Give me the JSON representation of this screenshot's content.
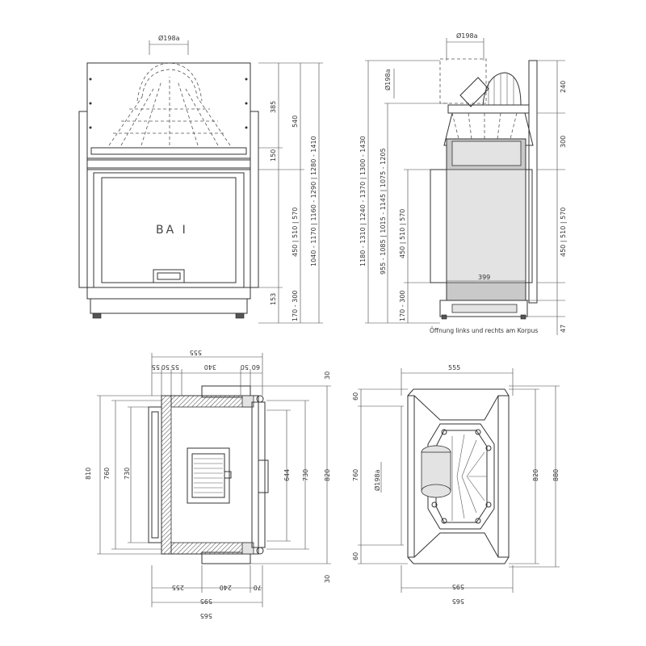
{
  "model_label": "BA I",
  "front_view": {
    "flue_diameter": "Ø198a",
    "dims_right_inner": [
      "385",
      "150",
      "450 | 510 | 570",
      "153"
    ],
    "dims_right_outer": [
      "540",
      "1040 - 1170 | 1160 - 1290 | 1280 - 1410"
    ],
    "dims_bottom": "170 - 300"
  },
  "side_view": {
    "flue_diameter_top": "Ø198a",
    "flue_diameter_side": "Ø198a",
    "dims_left_a": "1180 - 1310 | 1240 - 1370 | 1300 - 1430",
    "dims_left_b": "955 - 1085 | 1015 - 1145 | 1075 - 1205",
    "dims_left_c": "450 | 510 | 570",
    "dims_left_d": "170 - 300",
    "depth_label": "399",
    "dims_right": [
      "240",
      "300",
      "450 | 510 | 570",
      "47"
    ],
    "note": "Öffnung links und rechts am Korpus"
  },
  "plan_left": {
    "top_total": "555",
    "top_parts": [
      "55",
      "50",
      "55",
      "340",
      "50",
      "60"
    ],
    "top_right": "30",
    "left_dims": [
      "810",
      "760",
      "730"
    ],
    "right_dims": [
      "644",
      "730",
      "820"
    ],
    "bottom_parts": [
      "255",
      "240",
      "70"
    ],
    "bottom_right": "30",
    "bottom_total": "595",
    "bottom_total2": "565"
  },
  "plan_right": {
    "top_total": "555",
    "left_dims": [
      "60",
      "760",
      "60"
    ],
    "flue_diameter": "Ø198a",
    "right_dims": [
      "820",
      "880"
    ],
    "bottom_total": "595",
    "bottom_total2": "565"
  }
}
